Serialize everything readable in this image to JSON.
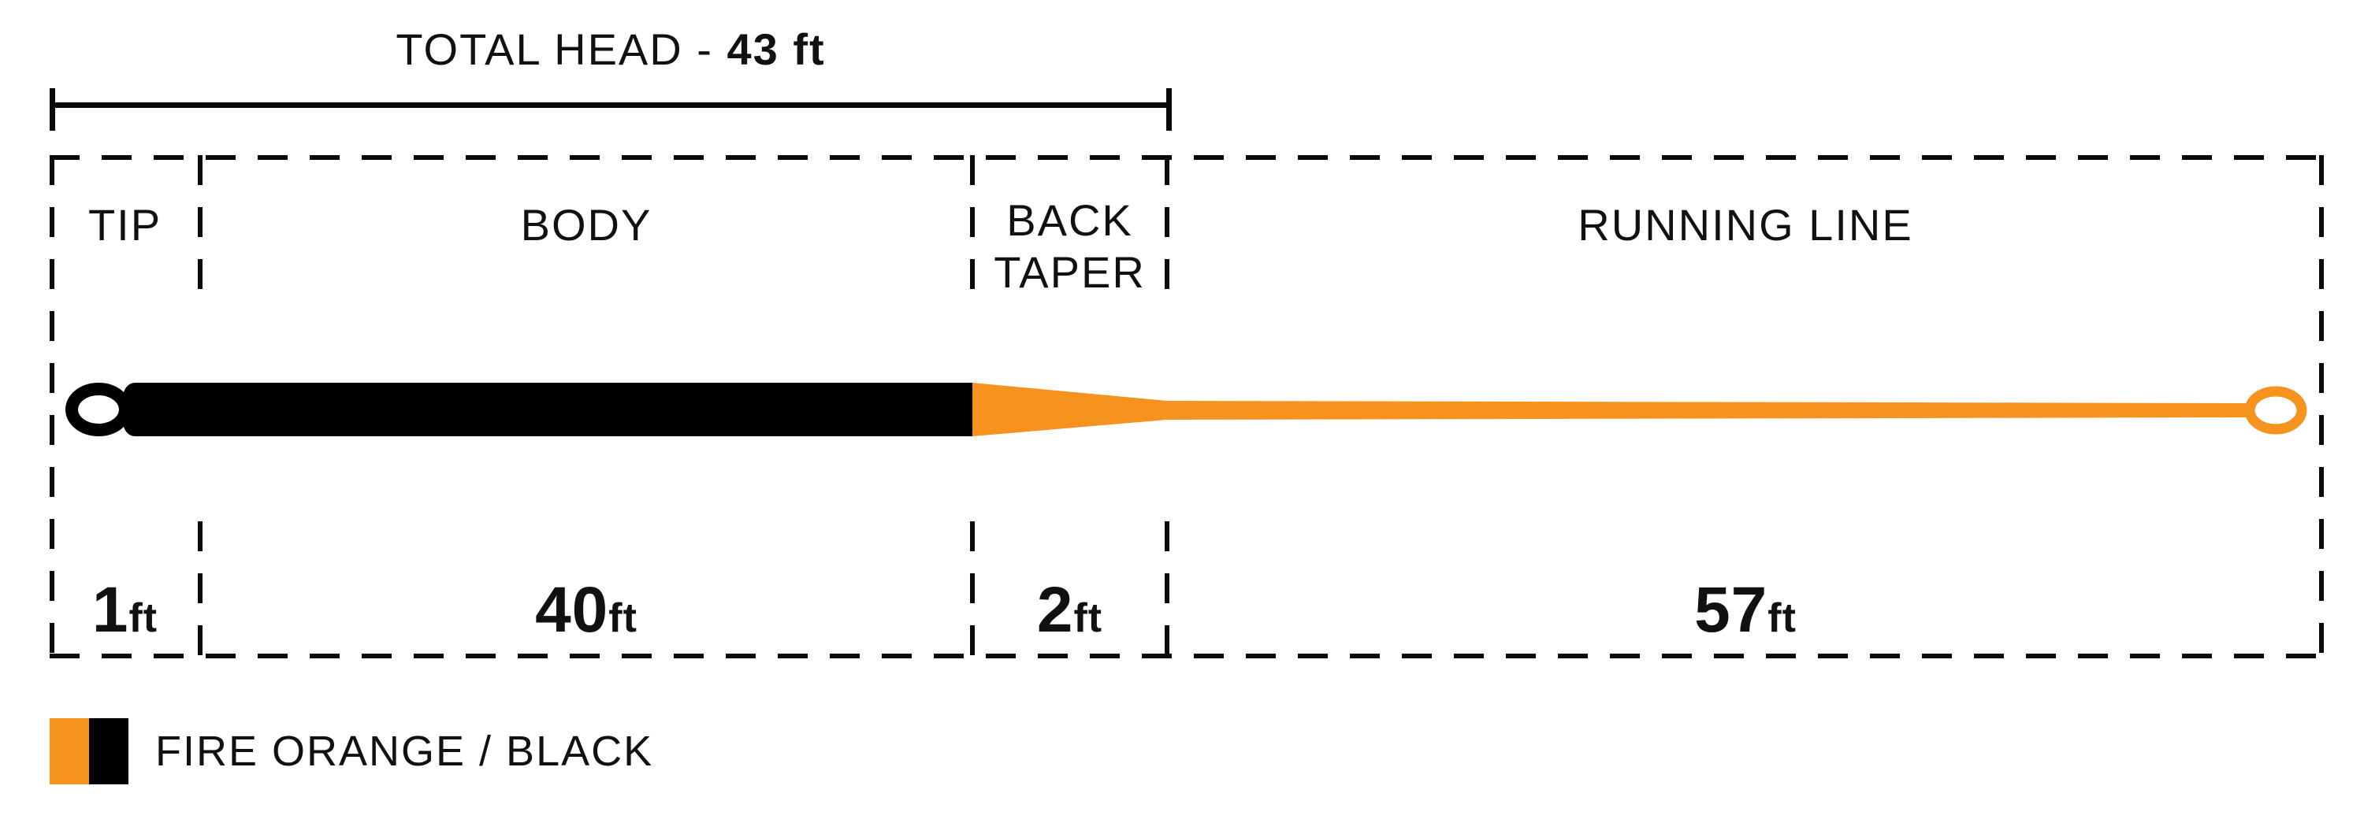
{
  "title": {
    "prefix": "TOTAL HEAD - ",
    "value": "43 ft"
  },
  "sections": [
    {
      "label": "TIP",
      "num": "1",
      "unit": "ft"
    },
    {
      "label": "BODY",
      "num": "40",
      "unit": "ft"
    },
    {
      "label_line1": "BACK",
      "label_line2": "TAPER",
      "num": "2",
      "unit": "ft"
    },
    {
      "label": "RUNNING LINE",
      "num": "57",
      "unit": "ft"
    }
  ],
  "legend": {
    "label": "FIRE ORANGE / BLACK",
    "colors": [
      "#F6921E",
      "#000000"
    ]
  },
  "line_colors": {
    "head": "#000000",
    "running_line": "#F6921E"
  }
}
